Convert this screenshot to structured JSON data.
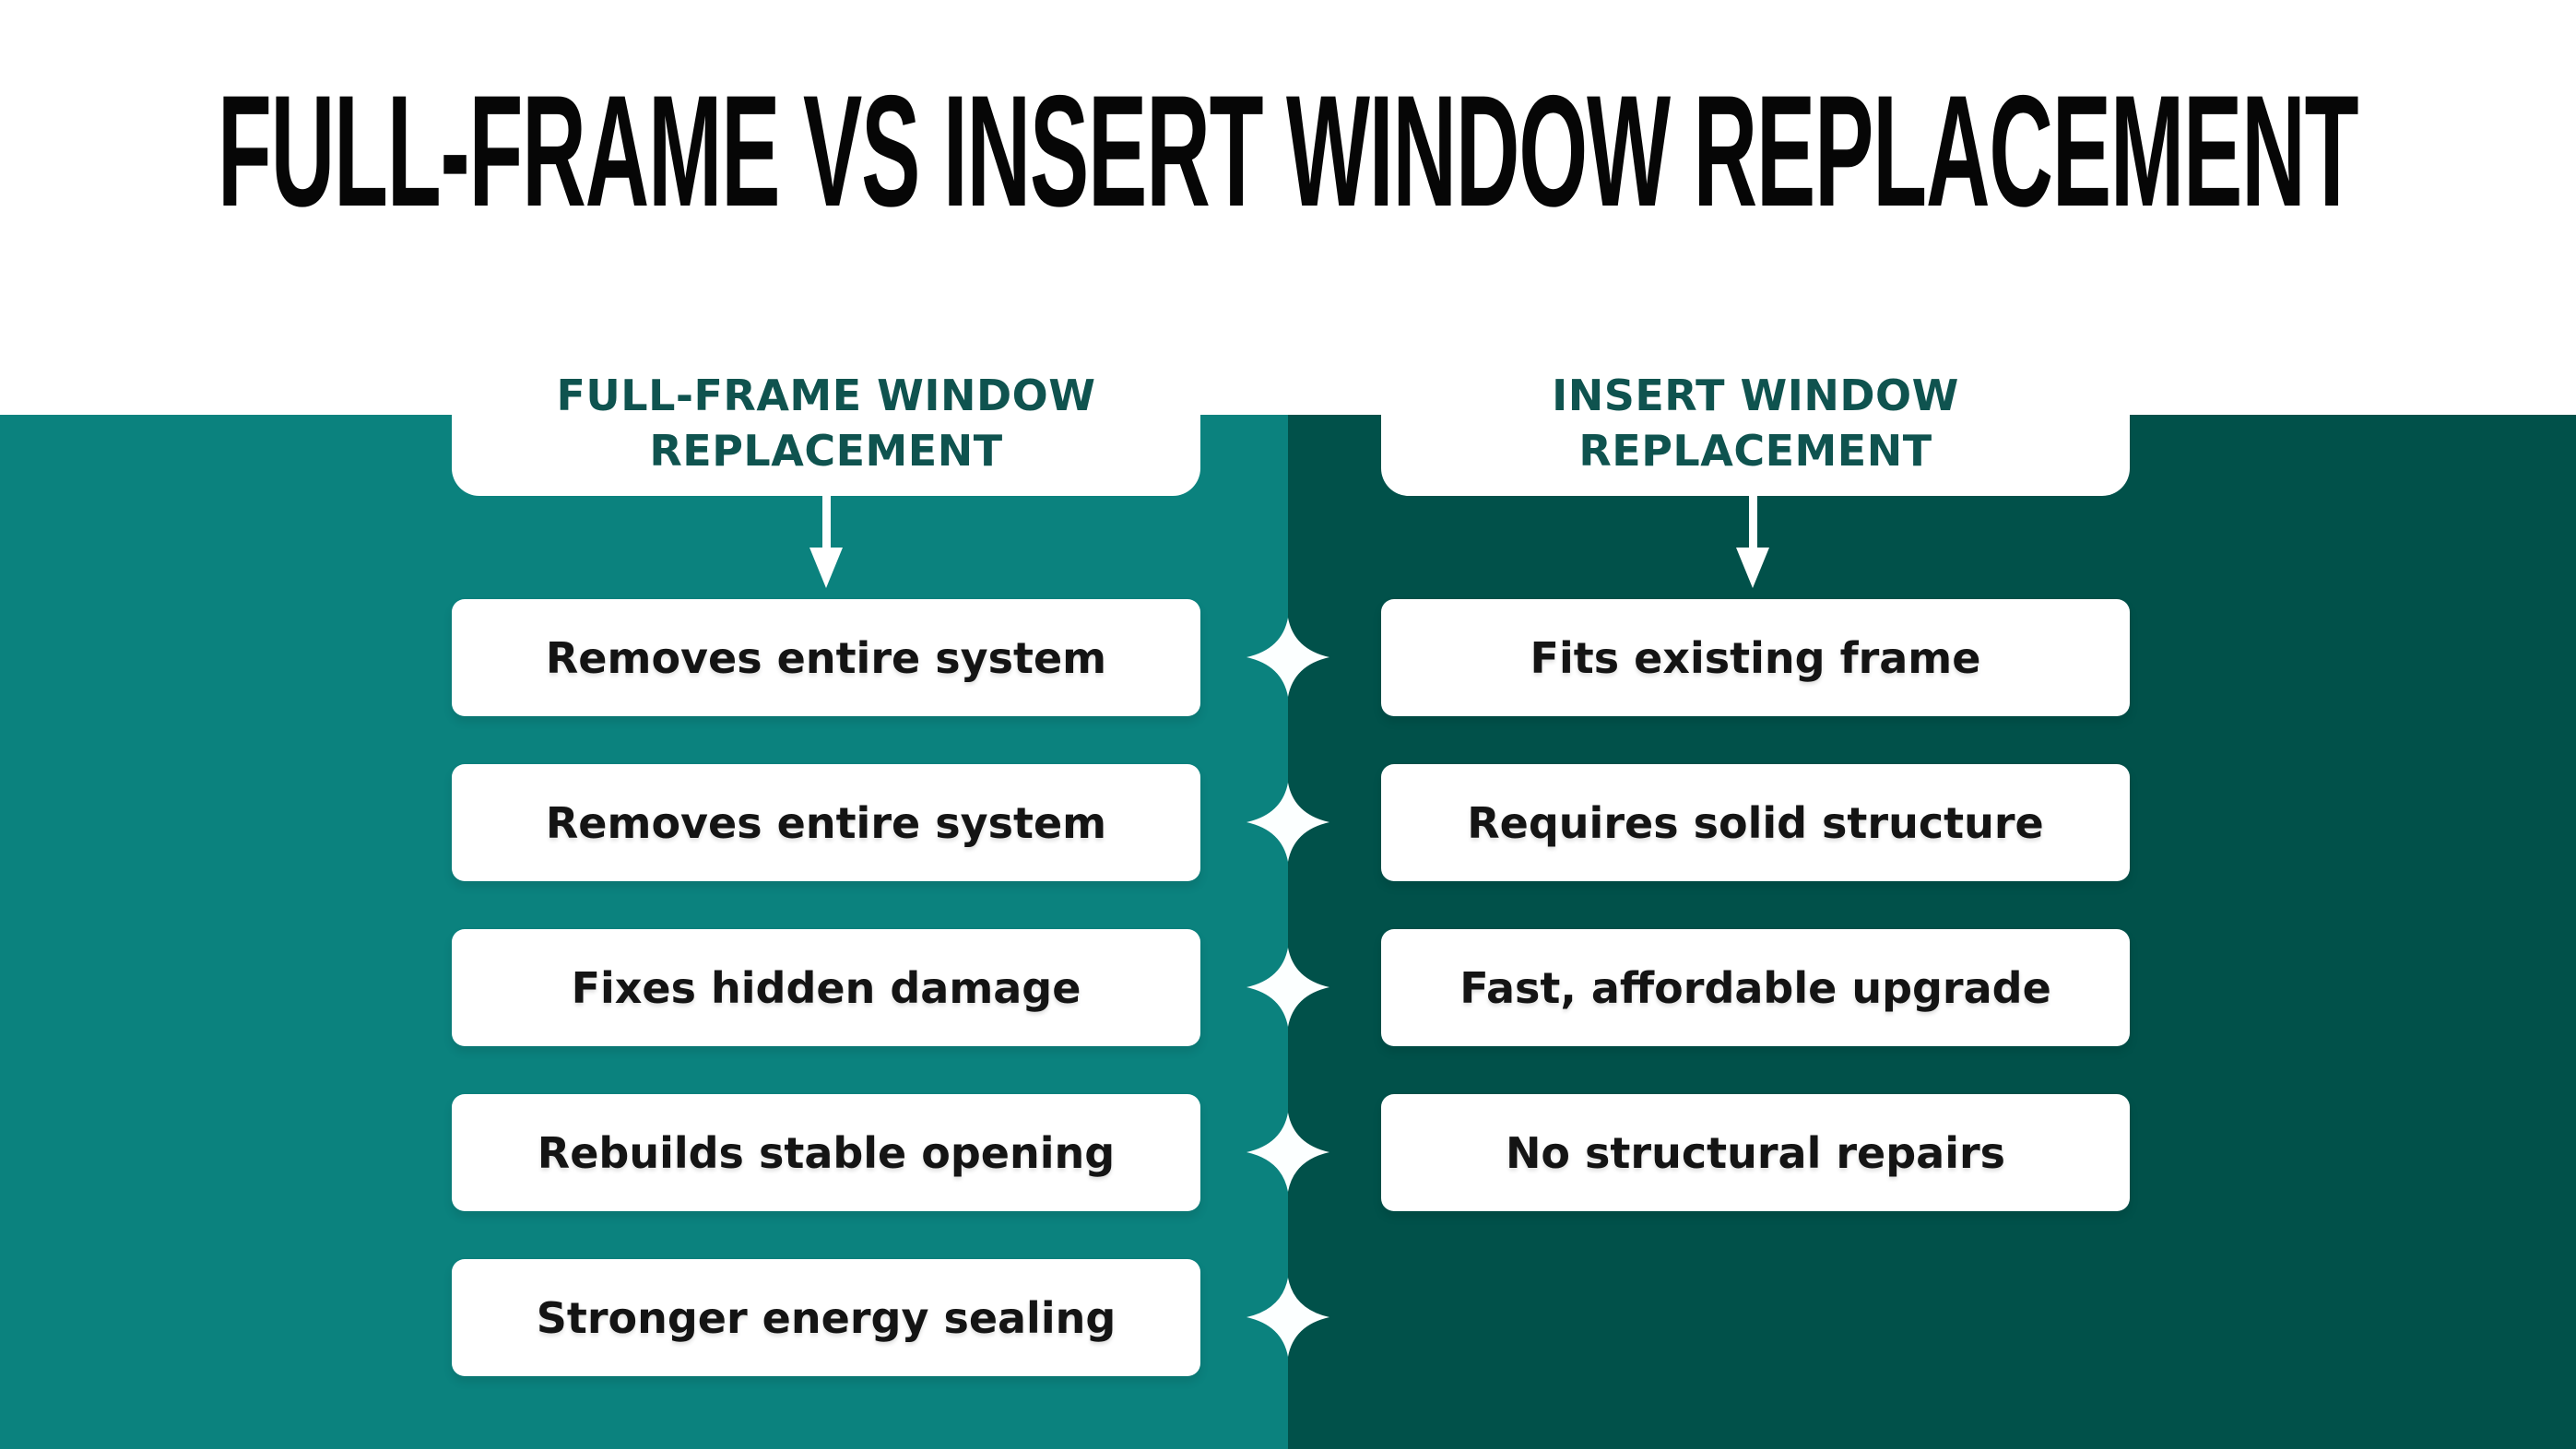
{
  "title": "FULL-FRAME VS INSERT WINDOW REPLACEMENT",
  "columns": [
    {
      "id": "full-frame",
      "header": "FULL-FRAME WINDOW\nREPLACEMENT",
      "items": [
        "Removes entire system",
        "Removes entire system",
        "Fixes hidden damage",
        "Rebuilds stable opening",
        "Stronger energy sealing"
      ]
    },
    {
      "id": "insert",
      "header": "INSERT WINDOW\nREPLACEMENT",
      "items": [
        "Fits existing frame",
        "Requires solid structure",
        "Fast, affordable upgrade",
        "No structural repairs"
      ]
    }
  ],
  "icons": {
    "header_pointer": "down-arrow-icon",
    "divider_star": "four-point-sparkle-icon"
  },
  "divider": {
    "star_count": 5
  },
  "colors": {
    "left_panel": "#0B827E",
    "right_panel": "#01514A",
    "header_text": "#0F534F",
    "title_text": "#060606",
    "card_background": "#FFFFFF",
    "body_text": "#141414",
    "star_fill": "#FCFFFF"
  }
}
